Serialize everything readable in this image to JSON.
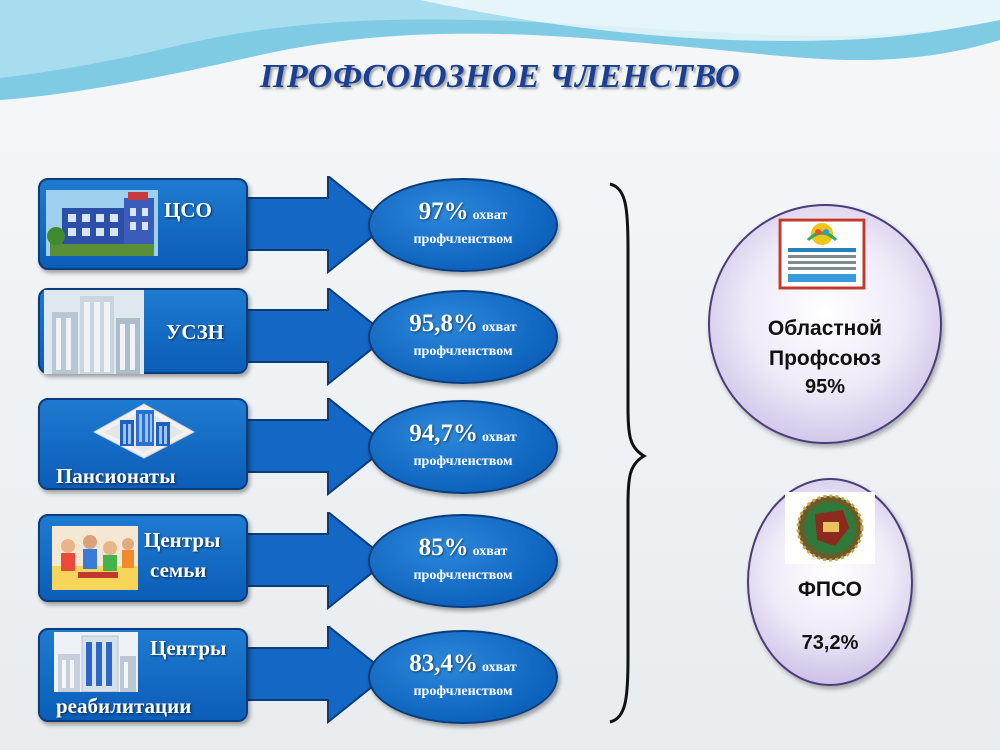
{
  "title": "ПРОФСОЮЗНОЕ ЧЛЕНСТВО",
  "colors": {
    "accent": "#0b5db8",
    "title": "#1a3f93",
    "circle": "#c9bde6"
  },
  "rows": [
    {
      "label": "ЦСО",
      "percent": "97%",
      "word": "охват",
      "line2": "профчленством",
      "icon": "school-building-icon"
    },
    {
      "label": "УСЗН",
      "percent": "95,8%",
      "word": "охват",
      "line2": "профчленством",
      "icon": "office-building-icon"
    },
    {
      "label": "Пансионаты",
      "percent": "94,7%",
      "word": "охват",
      "line2": "профчленством",
      "icon": "tower-building-icon"
    },
    {
      "label_line1": "Центры",
      "label_line2": "семьи",
      "percent": "85%",
      "word": "охват",
      "line2": "профчленством",
      "icon": "family-photo-icon"
    },
    {
      "label_line1": "Центры",
      "label_line2": "реабилитации",
      "percent": "83,4%",
      "word": "охват",
      "line2": "профчленством",
      "icon": "hospital-building-icon"
    }
  ],
  "regional": {
    "line1": "Областной",
    "line2": "Профсоюз",
    "percent": "95%",
    "logo_icon": "union-emblem-icon"
  },
  "fpso": {
    "name": "ФПСО",
    "percent": "73,2%",
    "logo_icon": "fpso-emblem-icon"
  }
}
